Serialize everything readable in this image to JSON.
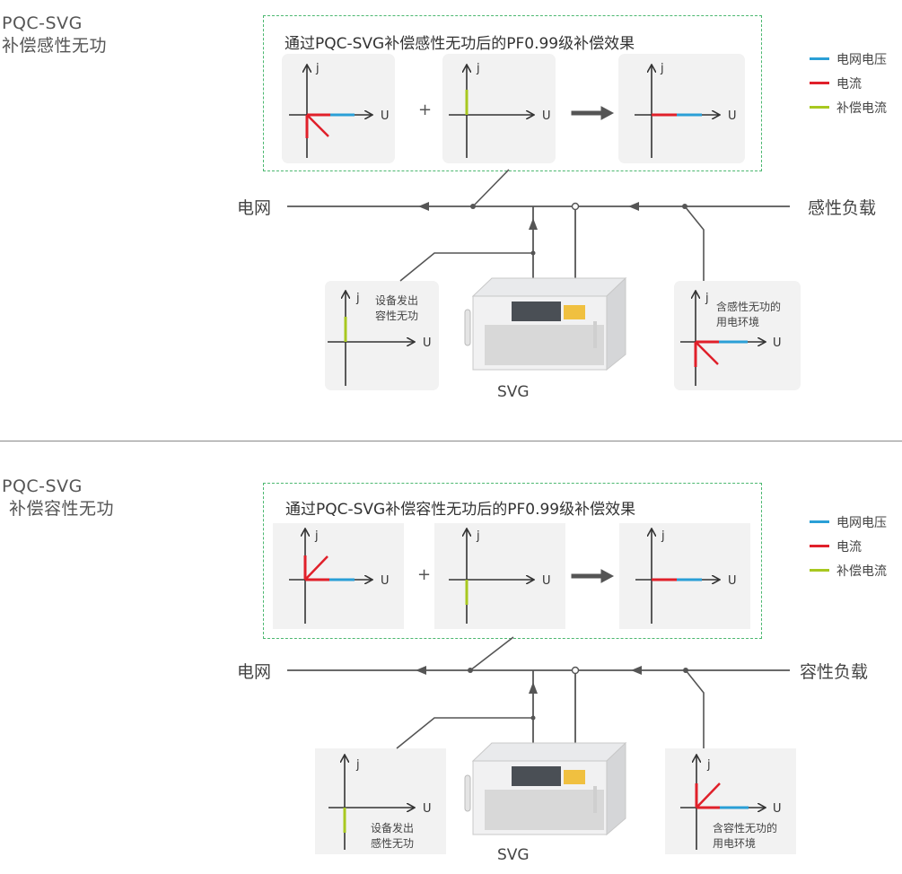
{
  "colors": {
    "voltage": "#2a9fd6",
    "current": "#e0202a",
    "compensation": "#a8c820",
    "axis": "#333333",
    "panel_border": "#4cb870",
    "card_bg": "#f2f2f2"
  },
  "axis_labels": {
    "j": "j",
    "u": "U"
  },
  "operators": {
    "plus": "+"
  },
  "sections": [
    {
      "title_line1": "PQC-SVG",
      "title_line2": "补偿感性无功",
      "panel_title": "通过PQC-SVG补偿感性无功后的PF0.99级补偿效果",
      "legend": [
        "电网电压",
        "电流",
        "补偿电流"
      ],
      "grid_label": "电网",
      "load_label": "感性负载",
      "device_label": "SVG",
      "device_output": [
        "设备发出",
        "容性无功"
      ],
      "load_env": [
        "含感性无功的",
        "用电环境"
      ]
    },
    {
      "title_line1": "PQC-SVG",
      "title_line2": "补偿容性无功",
      "panel_title": "通过PQC-SVG补偿容性无功后的PF0.99级补偿效果",
      "legend": [
        "电网电压",
        "电流",
        "补偿电流"
      ],
      "grid_label": "电网",
      "load_label": "容性负载",
      "device_label": "SVG",
      "device_output": [
        "设备发出",
        "感性无功"
      ],
      "load_env": [
        "含容性无功的",
        "用电环境"
      ]
    }
  ]
}
